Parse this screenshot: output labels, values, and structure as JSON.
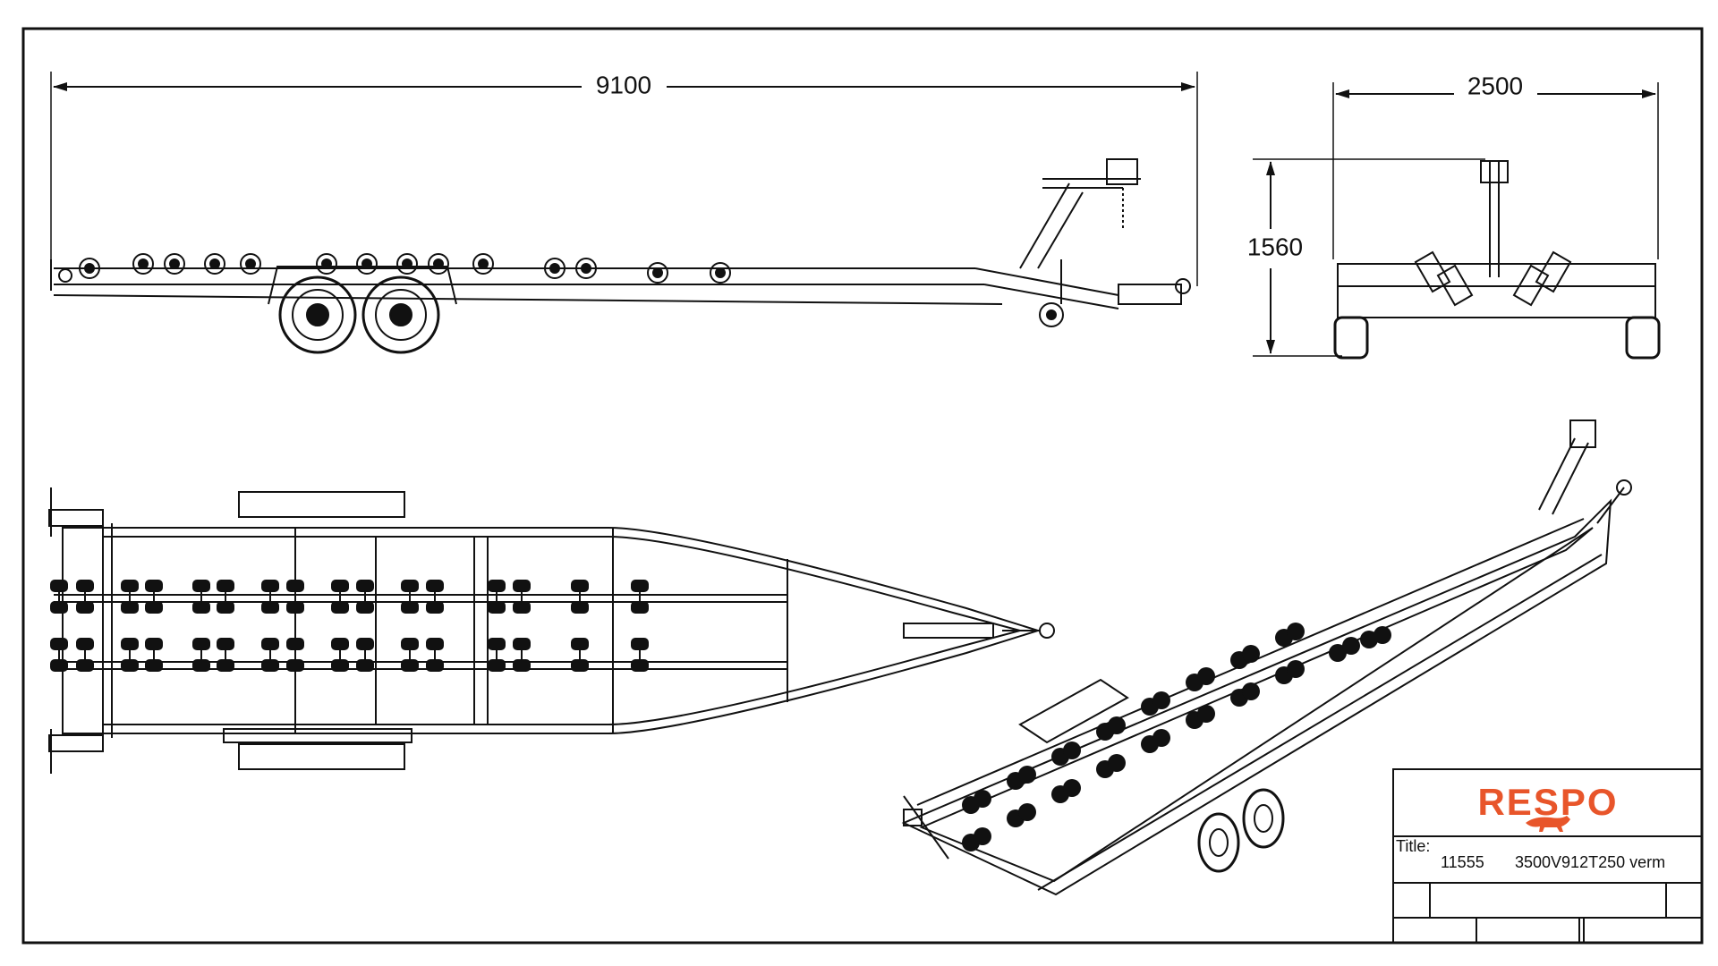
{
  "drawing": {
    "dimensions": {
      "length": "9100",
      "width": "2500",
      "height": "1560"
    }
  },
  "title_block": {
    "brand": "RESPO",
    "title_label": "Title:",
    "number": "11555",
    "model": "3500V912T250 verm"
  },
  "colors": {
    "brand": "#e8552a",
    "line": "#111111"
  }
}
